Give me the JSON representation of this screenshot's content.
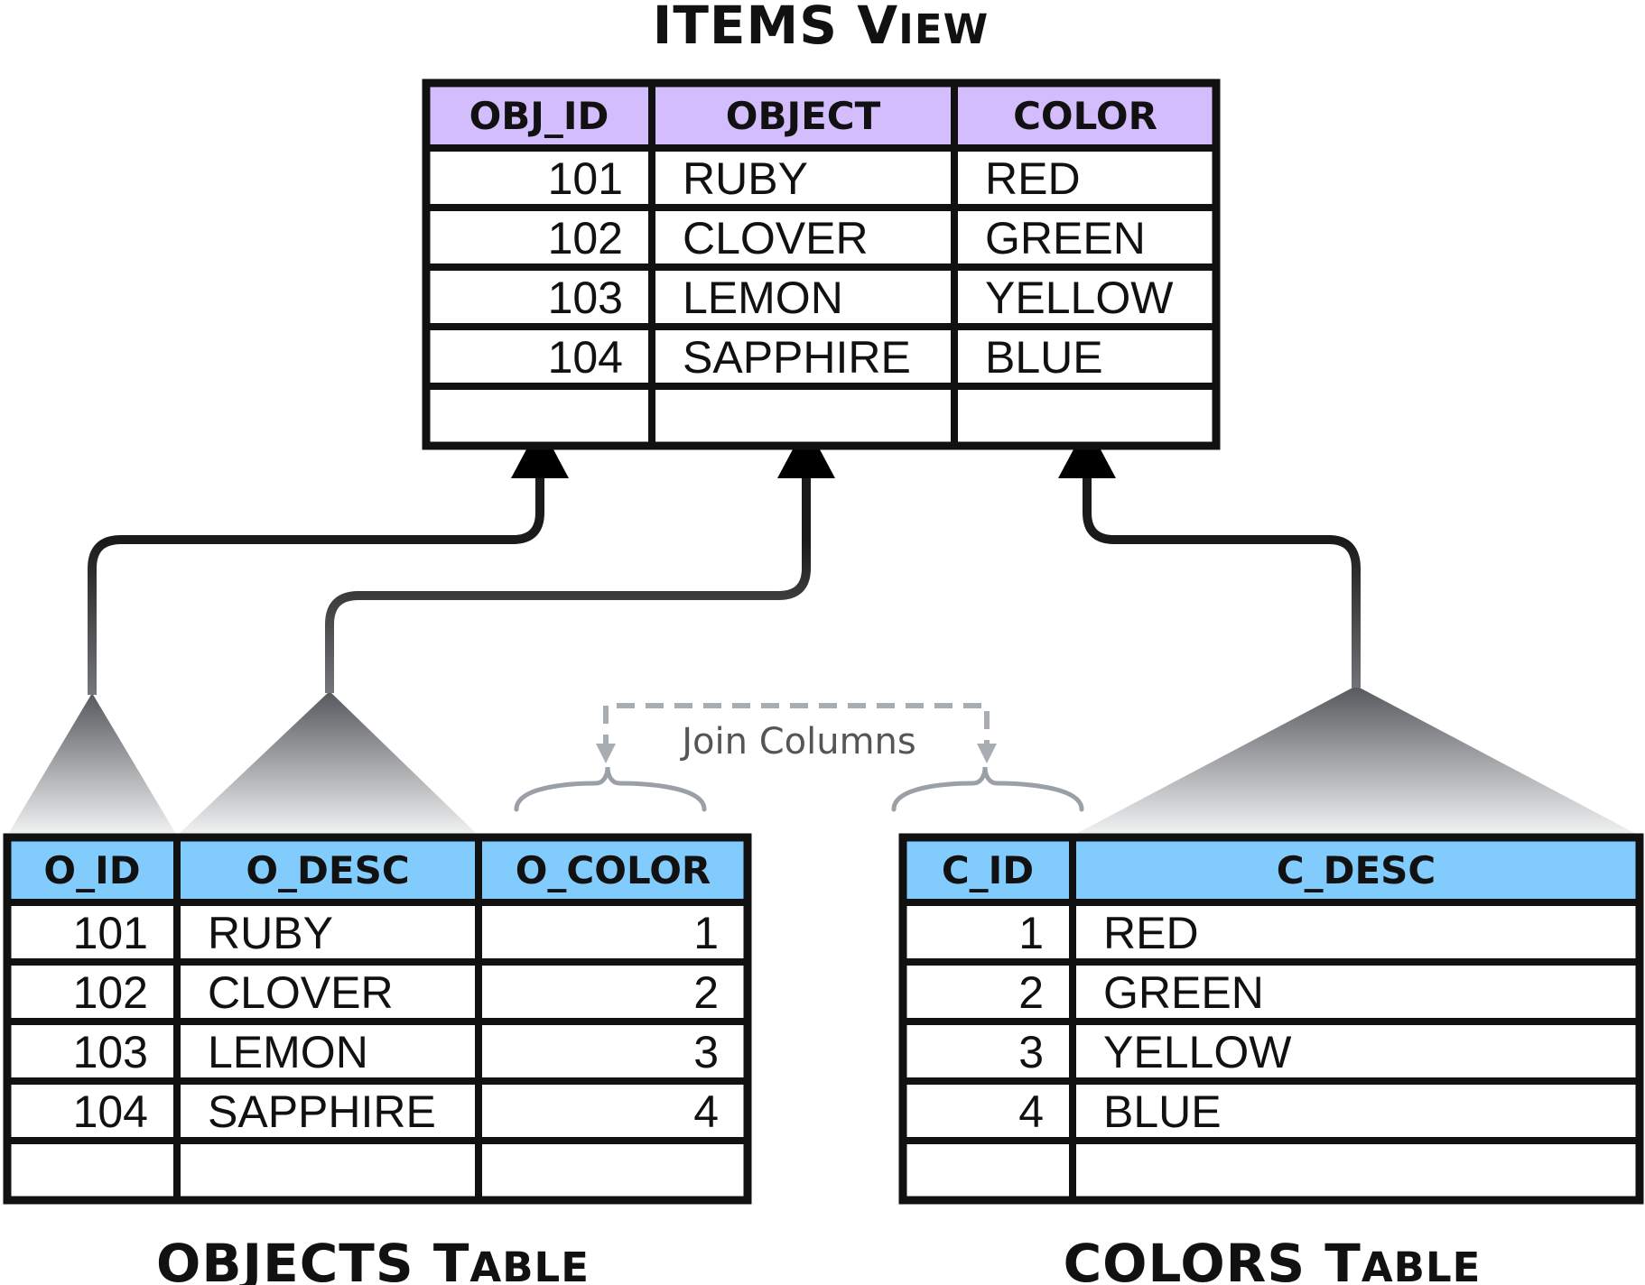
{
  "colors": {
    "view_header": "#d4bdfd",
    "table_header": "#82cbfd",
    "border": "#111111",
    "connector": "#1a1a1a",
    "join_dashed": "#a8adb3"
  },
  "items_view": {
    "title_main": "ITEMS V",
    "title_rest": "IEW",
    "headers": [
      "OBJ_ID",
      "OBJECT",
      "COLOR"
    ],
    "rows": [
      [
        "101",
        "RUBY",
        "RED"
      ],
      [
        "102",
        "CLOVER",
        "GREEN"
      ],
      [
        "103",
        "LEMON",
        "YELLOW"
      ],
      [
        "104",
        "SAPPHIRE",
        "BLUE"
      ],
      [
        "",
        "",
        ""
      ]
    ]
  },
  "objects_table": {
    "title_main": "OBJECTS T",
    "title_rest": "ABLE",
    "headers": [
      "O_ID",
      "O_DESC",
      "O_COLOR"
    ],
    "rows": [
      [
        "101",
        "RUBY",
        "1"
      ],
      [
        "102",
        "CLOVER",
        "2"
      ],
      [
        "103",
        "LEMON",
        "3"
      ],
      [
        "104",
        "SAPPHIRE",
        "4"
      ],
      [
        "",
        "",
        ""
      ]
    ]
  },
  "colors_table": {
    "title_main": "COLORS T",
    "title_rest": "ABLE",
    "headers": [
      "C_ID",
      "C_DESC"
    ],
    "rows": [
      [
        "1",
        "RED"
      ],
      [
        "2",
        "GREEN"
      ],
      [
        "3",
        "YELLOW"
      ],
      [
        "4",
        "BLUE"
      ],
      [
        "",
        ""
      ]
    ]
  },
  "join_label": "Join Columns"
}
